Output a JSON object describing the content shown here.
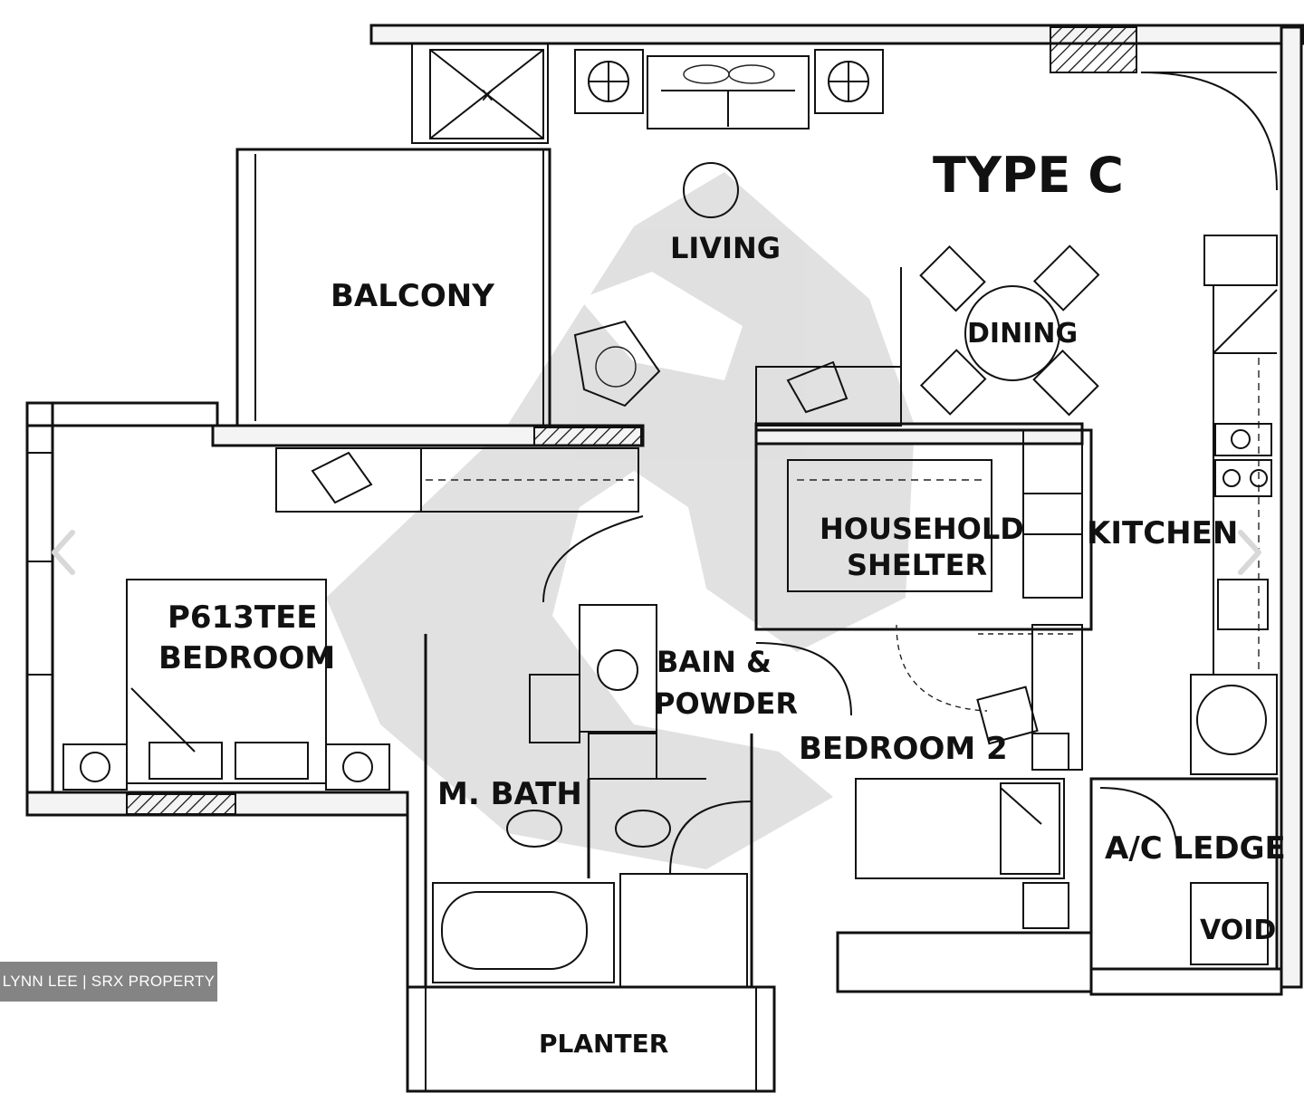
{
  "plan": {
    "type_title": "TYPE C",
    "rooms": {
      "living": "LIVING",
      "balcony": "BALCONY",
      "dining": "DINING",
      "household_shelter_1": "HOUSEHOLD",
      "household_shelter_2": "SHELTER",
      "kitchen": "KITCHEN",
      "master_bedroom_1": "P613TEE",
      "master_bedroom_2": "BEDROOM",
      "bath_powder_1": "BAIN &",
      "bath_powder_2": "POWDER",
      "bedroom_2": "BEDROOM 2",
      "master_bath": "M. BATH",
      "ac_ledge": "A/C LEDGE",
      "void": "VOID",
      "planter": "PLANTER"
    }
  },
  "watermark": {
    "credit": "LYNN LEE | SRX PROPERTY"
  },
  "nav": {
    "prev_icon": "chevron-left-icon",
    "next_icon": "chevron-right-icon"
  },
  "colors": {
    "line": "#111111",
    "watermark_logo": "#cfcfcf",
    "credit_bg": "#6e6e6e"
  }
}
